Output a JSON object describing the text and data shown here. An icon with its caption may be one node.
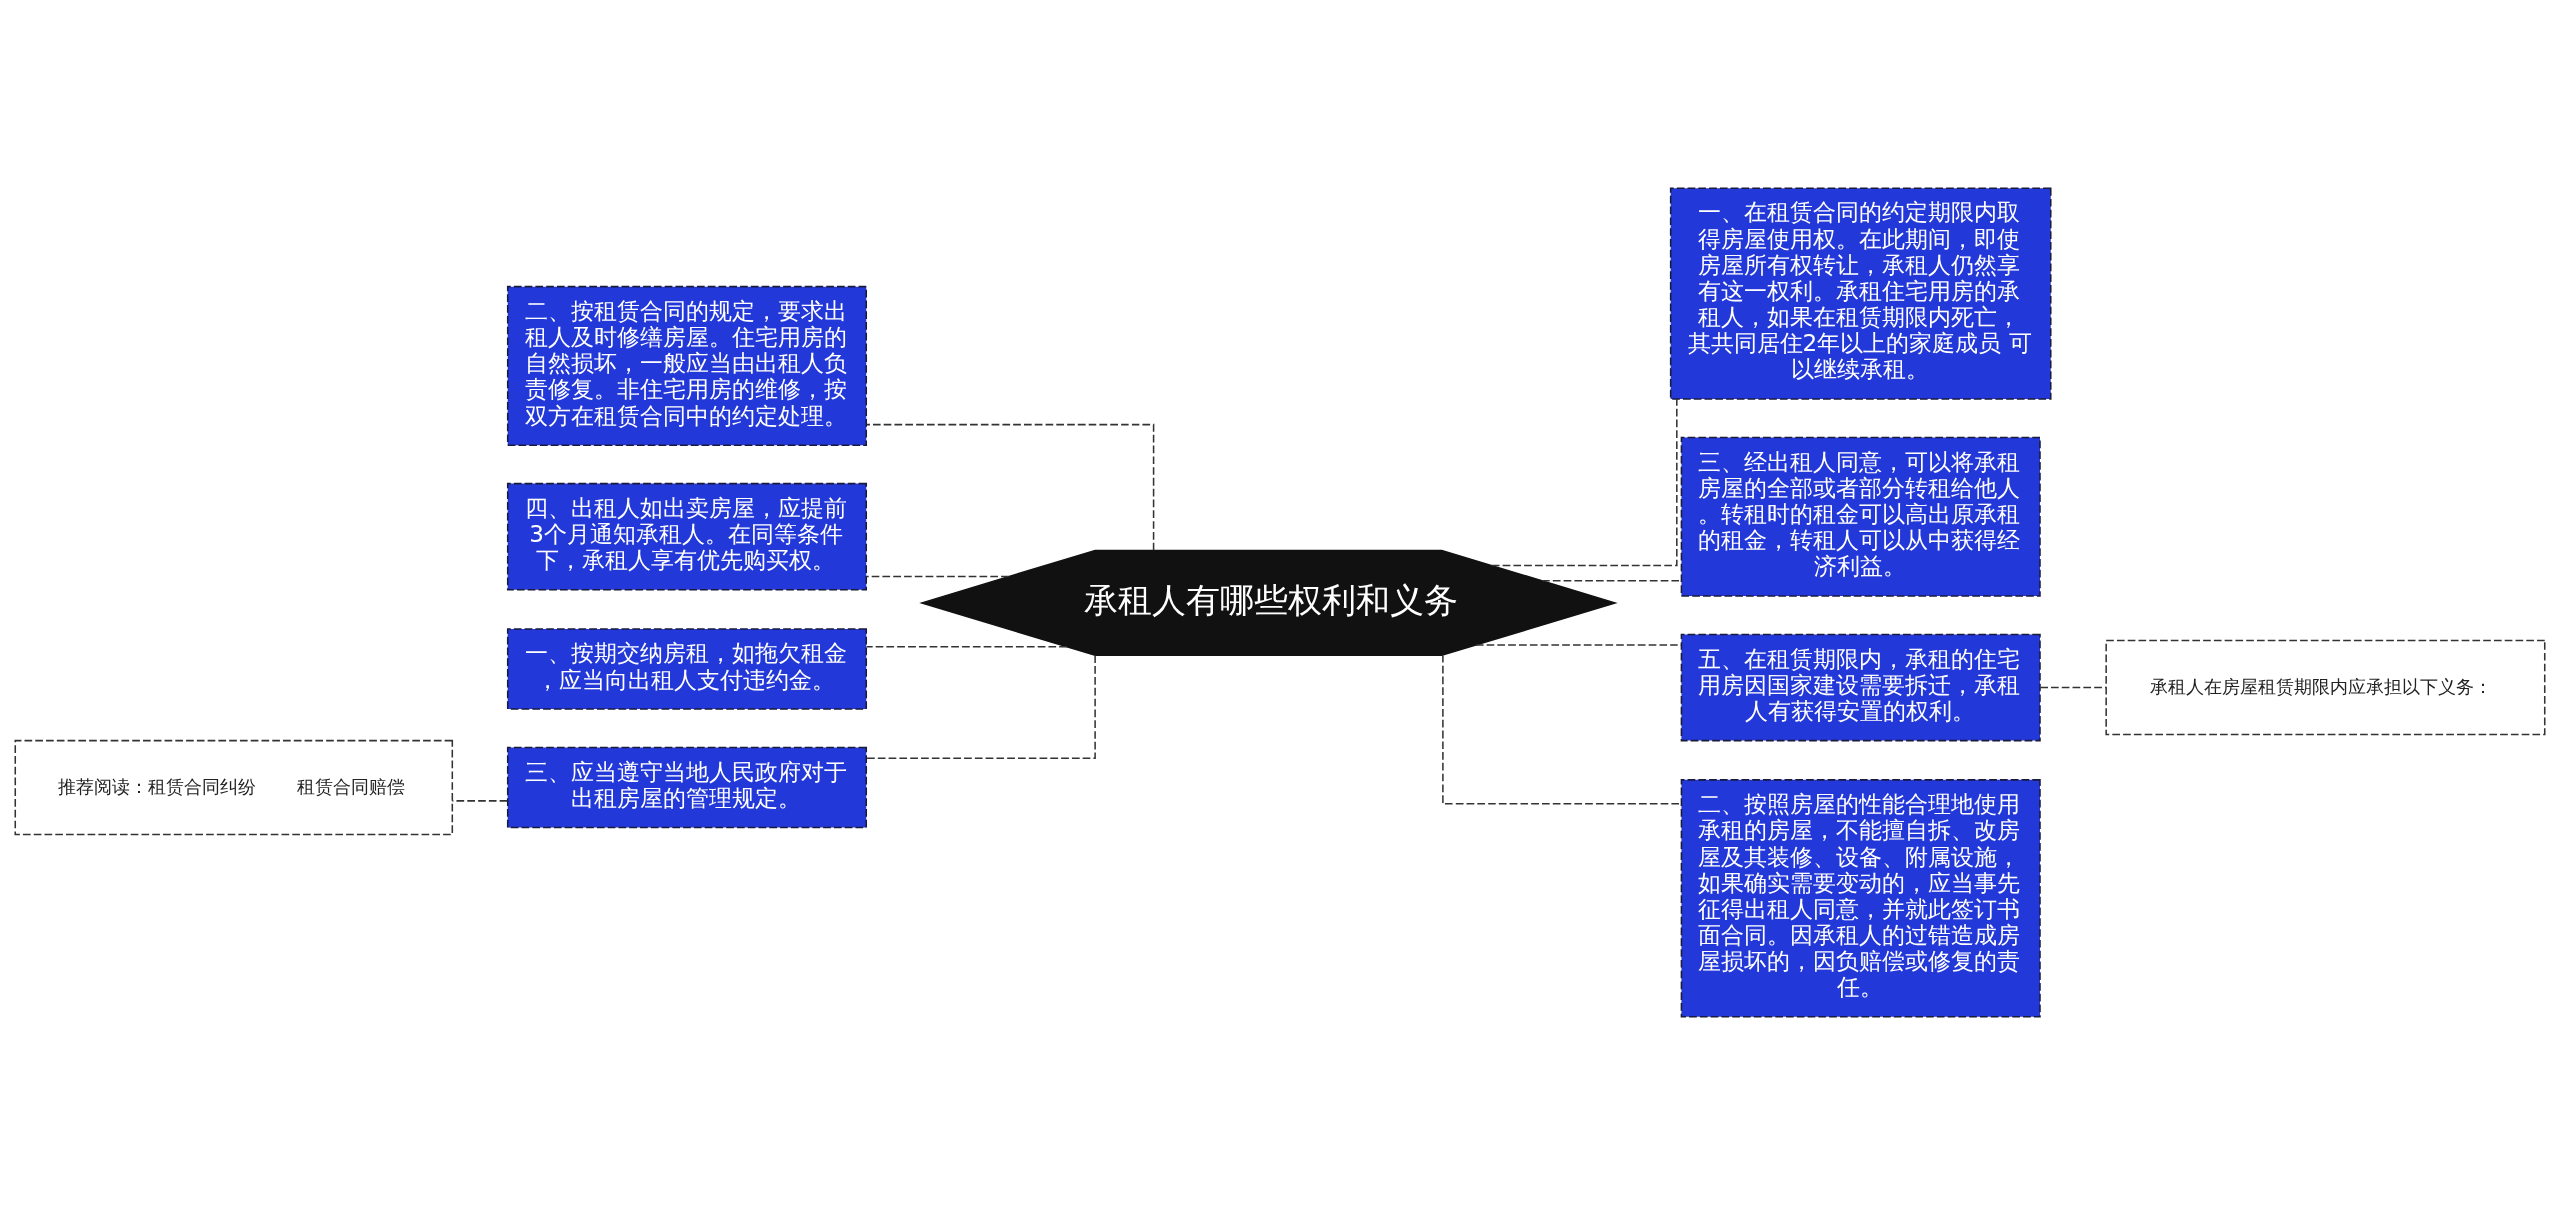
{
  "diagram": {
    "nodes": [
      {
        "text": [
          "承租人有哪些权利和义务"
        ]
      },
      {
        "text": [
          "二、按租赁合同的规定，要求出租人及时修缮房屋。住宅用房的自然损坏，一般应当由出租人负责修复。非住宅用房的维修，按双方在租赁合同中的约定处理。"
        ]
      },
      {
        "text": [
          "四、出租人如出卖房屋，应提前3个月通知承租人。在同等条件下，承租人享有优先购买权。"
        ]
      },
      {
        "text": [
          "一、按期交纳房租，如拖欠租金，应当向出租人支付违约金。"
        ]
      },
      {
        "text": [
          "三、应当遵守当地人民政府对于出租房屋的管理规定。"
        ]
      },
      {
        "text": [
          "推荐阅读：租赁合同纠纷",
          "租赁合同赔偿"
        ]
      },
      {
        "text": [
          "一、在租赁合同的约定期限内取得房屋使用权。在此期间，即使房屋所有权转让，承租人仍然享有这一权利。承租住宅用房的承租人，如果在租赁期限内死亡，其共同居住2年以上的家庭成员 可以继续承租。"
        ]
      },
      {
        "text": [
          "三、经出租人同意，可以将承租房屋的全部或者部分转租给他人。转租时的租金可以高出原承租的租金，转租人可以从中获得经济利益。"
        ]
      },
      {
        "text": [
          "五、在租赁期限内，承租的住宅用房因国家建设需要拆迁，承租人有获得安置的权利。"
        ]
      },
      {
        "text": [
          "二、按照房屋的性能合理地使用承租的房屋，不能擅自拆、改房屋及其装修、设备、附属设施，如果确实需要变动的，应当事先征得出租人同意，并就此签订书面合同。因承租人的过错造成房屋损坏的，因负赔偿或修复的责任。"
        ]
      },
      {
        "text": [
          "承租人在房屋租赁期限内应承担以下义务："
        ]
      }
    ],
    "edges": [
      {
        "from": 0,
        "to": 1,
        "arrow": "none",
        "style": "dashed"
      },
      {
        "from": 0,
        "to": 2,
        "arrow": "none",
        "style": "dashed"
      },
      {
        "from": 0,
        "to": 3,
        "arrow": "none",
        "style": "dashed"
      },
      {
        "from": 0,
        "to": 4,
        "arrow": "none",
        "style": "dashed"
      },
      {
        "from": 4,
        "to": 5,
        "arrow": "none",
        "style": "dashed"
      },
      {
        "from": 0,
        "to": 6,
        "arrow": "none",
        "style": "dashed"
      },
      {
        "from": 0,
        "to": 7,
        "arrow": "none",
        "style": "dashed"
      },
      {
        "from": 0,
        "to": 8,
        "arrow": "none",
        "style": "dashed"
      },
      {
        "from": 0,
        "to": 9,
        "arrow": "none",
        "style": "dashed"
      },
      {
        "from": 8,
        "to": 10,
        "arrow": "none",
        "style": "dashed"
      }
    ]
  }
}
